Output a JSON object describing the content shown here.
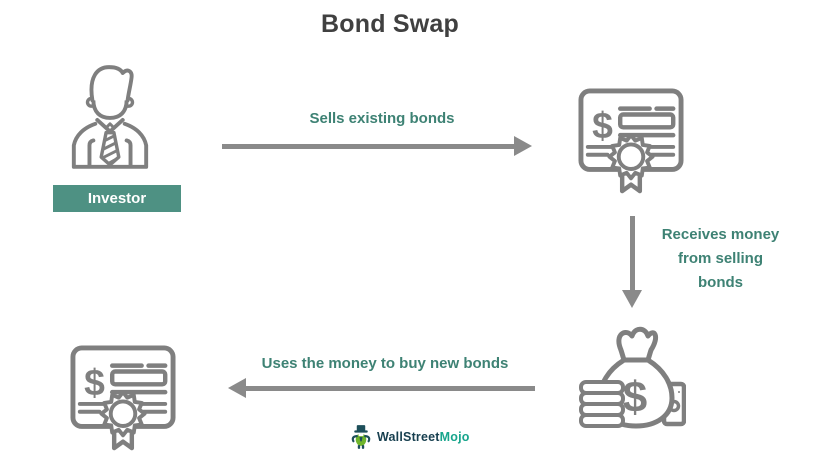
{
  "title": "Bond Swap",
  "colors": {
    "accent_teal_bg": "#4E9183",
    "flow_text_teal": "#3E8274",
    "arrow_gray": "#8A8A8A",
    "icon_stroke_gray": "#7F7F7F",
    "title_color": "#404040",
    "logo_dark": "#173F4F",
    "logo_teal": "#17A58C",
    "logo_green": "#6FB52C"
  },
  "nodes": {
    "investor": {
      "label": "Investor",
      "icon": "investor-person-icon"
    },
    "existing_bond": {
      "icon": "bond-certificate-icon"
    },
    "money": {
      "icon": "money-bag-icon"
    },
    "new_bond": {
      "icon": "bond-certificate-icon"
    }
  },
  "flows": {
    "sell": {
      "label": "Sells existing bonds",
      "direction": "right"
    },
    "receive": {
      "label": "Receives money\nfrom selling\nbonds",
      "direction": "down"
    },
    "buy": {
      "label": "Uses the money to buy new bonds",
      "direction": "left"
    }
  },
  "icons": {
    "currency_symbol": "$"
  },
  "logo": {
    "brand_primary": "WallStreet",
    "brand_accent": "Mojo"
  }
}
